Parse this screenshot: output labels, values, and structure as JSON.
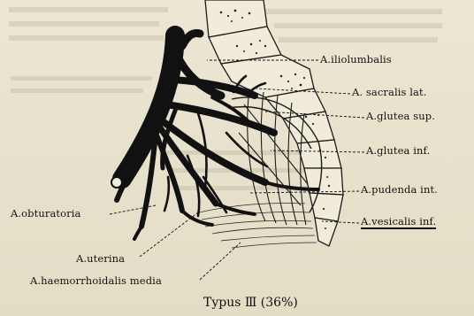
{
  "labels": {
    "iliolumbalis": "A.iliolumbalis",
    "sacralis_lat": "A. sacralis lat.",
    "glutea_sup": "A.glutea sup.",
    "glutea_inf": "A.glutea inf.",
    "pudenda_int": "A.pudenda int.",
    "vesicalis_inf": "A.vesicalis inf.",
    "obturatoria": "A.obturatoria",
    "uterina": "A.uterina",
    "haemorrhoidalis_media": "A.haemorrhoidalis media"
  },
  "caption": "Typus Ⅲ (36%)"
}
